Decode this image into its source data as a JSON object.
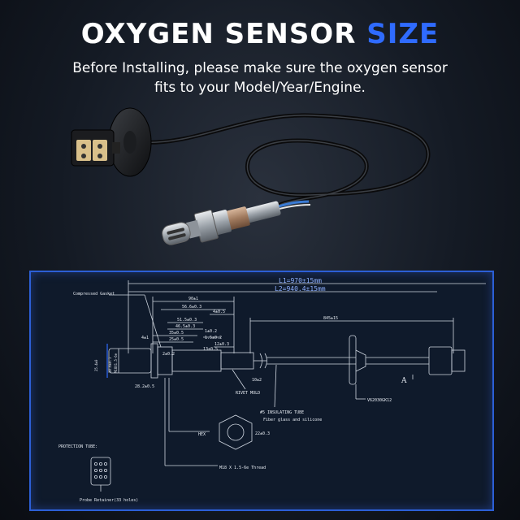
{
  "header": {
    "title_main": "OXYGEN SENSOR",
    "title_accent": "SIZE",
    "subtitle_line1": "Before Installing, please make sure the oxygen sensor",
    "subtitle_line2": "fits to your Model/Year/Engine."
  },
  "drawing": {
    "l1": "L1=970±15mm",
    "l2": "L2=940.4±15mm",
    "compressed_gasket": "Compressed Gasket",
    "dim_90": "90±1",
    "dim_56": "56.6±0.3",
    "dim_4": "4±0.5",
    "dim_845": "845±15",
    "dim_51": "51.5±0.3",
    "dim_1": "1±0.2",
    "dim_46": "46.5±0.3",
    "dim_35": "35±0.5",
    "dim_25": "25±0.5",
    "dim_1b": "1.5±0.2",
    "dim_13": "13±0.5",
    "dim_12": "12±0.3",
    "dim_dia": "18.6±0.1",
    "dim_hex": "M18X1.5-6e",
    "dim_left": "25.4±0",
    "dim_bottom": "28.2±0.5",
    "dim_right": "10±2",
    "rivet_mold": "RIVET MOLD",
    "part_number": "V62030GK12",
    "insulating_tube": "#5 INSULATING TUBE",
    "insulating_desc": "Fiber glass and silicone",
    "hex_label": "HEX",
    "hex_dim": "22±0.3",
    "thread": "M18 X 1.5-6e Thread",
    "protection_tube": "PROTECTION TUBE:",
    "probe_retainer": "Probe Retainer(33 holes)",
    "view_a": "A",
    "dim_small": "4±1",
    "dim_2": "2±0.2"
  },
  "colors": {
    "accent": "#2f6bff",
    "drawing_line": "#cfd6e0",
    "drawing_dim": "#8fb0ff",
    "frame": "#2c5fd6"
  }
}
